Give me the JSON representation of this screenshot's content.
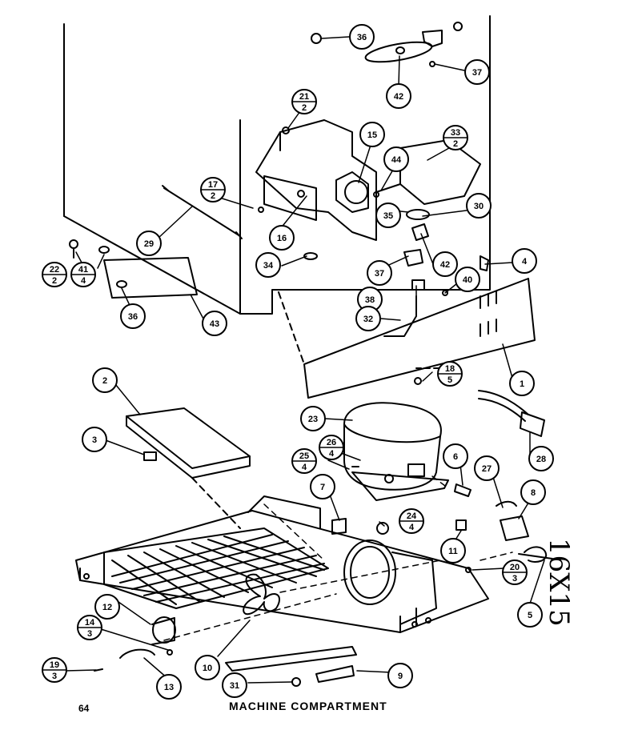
{
  "caption": "MACHINE COMPARTMENT",
  "page_number": "64",
  "handwritten_note": "16X15",
  "callouts": [
    {
      "id": "c36a",
      "label": "36"
    },
    {
      "id": "c37a",
      "label": "37"
    },
    {
      "id": "c42a",
      "label": "42"
    },
    {
      "id": "c21",
      "top": "21",
      "bottom": "2"
    },
    {
      "id": "c15",
      "label": "15"
    },
    {
      "id": "c44",
      "label": "44"
    },
    {
      "id": "c33",
      "top": "33",
      "bottom": "2"
    },
    {
      "id": "c17",
      "top": "17",
      "bottom": "2"
    },
    {
      "id": "c30",
      "label": "30"
    },
    {
      "id": "c35",
      "label": "35"
    },
    {
      "id": "c29",
      "label": "29"
    },
    {
      "id": "c16",
      "label": "16"
    },
    {
      "id": "c22",
      "top": "22",
      "bottom": "2"
    },
    {
      "id": "c41",
      "top": "41",
      "bottom": "4"
    },
    {
      "id": "c34",
      "label": "34"
    },
    {
      "id": "c42b",
      "label": "42"
    },
    {
      "id": "c4",
      "label": "4"
    },
    {
      "id": "c37b",
      "label": "37"
    },
    {
      "id": "c40",
      "label": "40"
    },
    {
      "id": "c36b",
      "label": "36"
    },
    {
      "id": "c43",
      "label": "43"
    },
    {
      "id": "c38",
      "label": "38"
    },
    {
      "id": "c32",
      "label": "32"
    },
    {
      "id": "c1",
      "label": "1"
    },
    {
      "id": "c18",
      "top": "18",
      "bottom": "5"
    },
    {
      "id": "c2",
      "label": "2"
    },
    {
      "id": "c23",
      "label": "23"
    },
    {
      "id": "c28",
      "label": "28"
    },
    {
      "id": "c3",
      "label": "3"
    },
    {
      "id": "c26",
      "top": "26",
      "bottom": "4"
    },
    {
      "id": "c25",
      "top": "25",
      "bottom": "4"
    },
    {
      "id": "c6",
      "label": "6"
    },
    {
      "id": "c27",
      "label": "27"
    },
    {
      "id": "c8",
      "label": "8"
    },
    {
      "id": "c7",
      "label": "7"
    },
    {
      "id": "c24",
      "top": "24",
      "bottom": "4"
    },
    {
      "id": "c11",
      "label": "11"
    },
    {
      "id": "c20",
      "top": "20",
      "bottom": "3"
    },
    {
      "id": "c5",
      "label": "5"
    },
    {
      "id": "c12",
      "label": "12"
    },
    {
      "id": "c14",
      "top": "14",
      "bottom": "3"
    },
    {
      "id": "c19",
      "top": "19",
      "bottom": "3"
    },
    {
      "id": "c10",
      "label": "10"
    },
    {
      "id": "c9",
      "label": "9"
    },
    {
      "id": "c13",
      "label": "13"
    },
    {
      "id": "c31",
      "label": "31"
    }
  ]
}
